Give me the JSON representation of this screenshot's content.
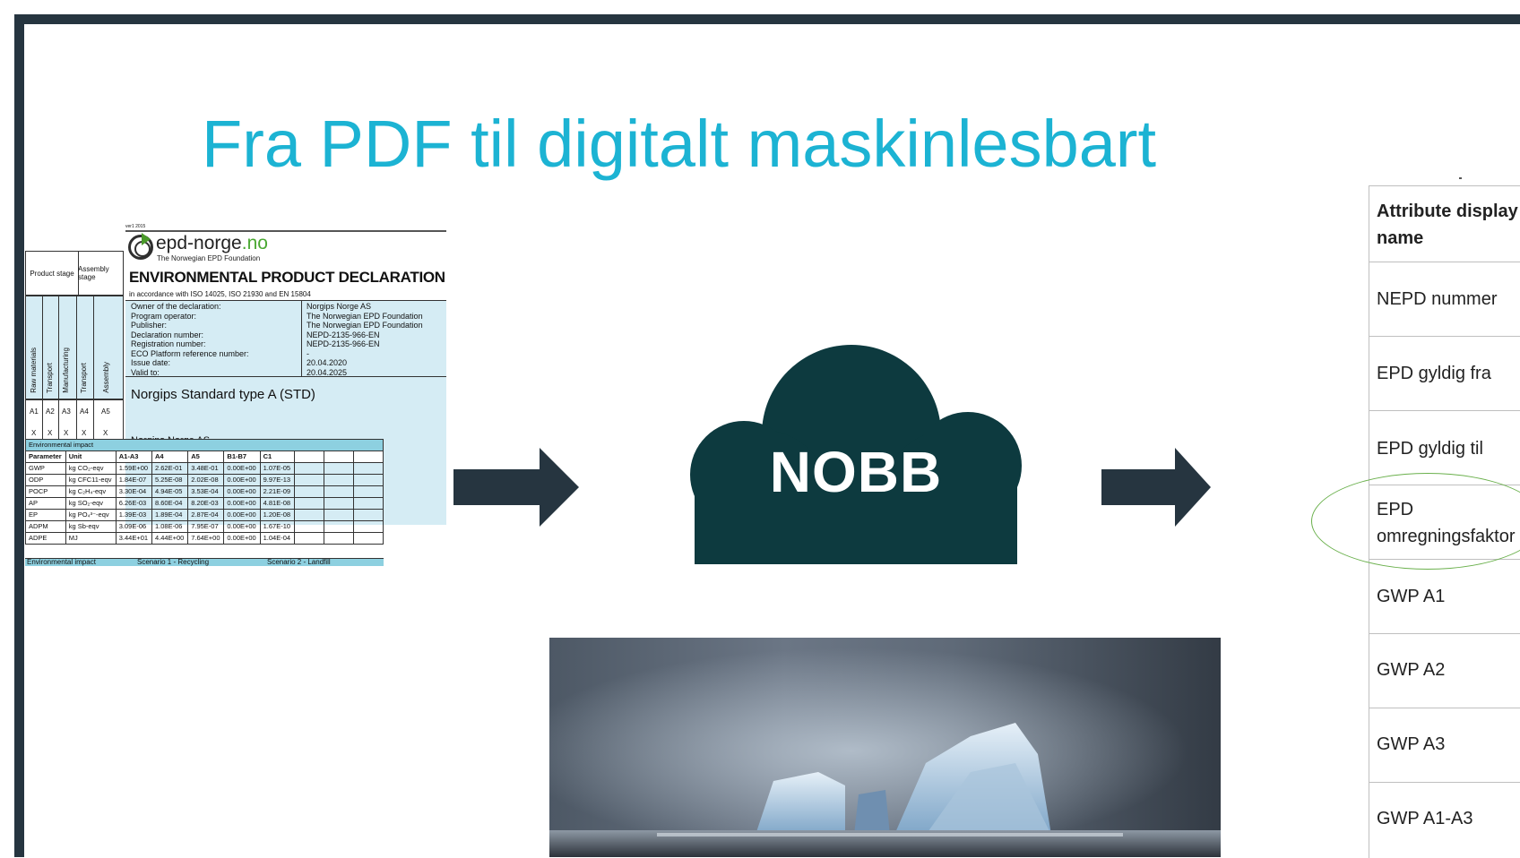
{
  "slide": {
    "title": "Fra PDF til digitalt maskinlesbart",
    "frame_color": "#263540",
    "title_color": "#1cb3d3"
  },
  "epd_document": {
    "corner_note": "ver1 2015",
    "stage_headers": [
      "Product stage",
      "Assembly stage"
    ],
    "stage_columns": [
      "Raw materials",
      "Transport",
      "Manufacturing",
      "Transport",
      "Assembly"
    ],
    "stage_codes": [
      "A1",
      "A2",
      "A3",
      "A4",
      "A5"
    ],
    "stage_marks": [
      "X",
      "X",
      "X",
      "X",
      "X"
    ],
    "logo_main": "epd-norge",
    "logo_tld": ".no",
    "logo_sub": "The Norwegian EPD Foundation",
    "heading": "ENVIRONMENTAL PRODUCT DECLARATION",
    "accordance": "in accordance with ISO 14025, ISO 21930 and EN 15804",
    "fields": [
      {
        "label": "Owner of the declaration:",
        "value": "Norgips Norge AS"
      },
      {
        "label": "Program operator:",
        "value": "The Norwegian EPD Foundation"
      },
      {
        "label": "Publisher:",
        "value": "The Norwegian EPD Foundation"
      },
      {
        "label": "Declaration number:",
        "value": "NEPD-2135-966-EN"
      },
      {
        "label": "Registration number:",
        "value": "NEPD-2135-966-EN"
      },
      {
        "label": "ECO Platform reference number:",
        "value": "-"
      },
      {
        "label": "Issue date:",
        "value": "20.04.2020"
      },
      {
        "label": "Valid to:",
        "value": "20.04.2025"
      }
    ],
    "product_name": "Norgips Standard type A (STD)",
    "company": "Norgips Norge AS",
    "env_caption": "Environmental impact",
    "env_headers": [
      "Parameter",
      "Unit",
      "A1-A3",
      "A4",
      "A5",
      "B1-B7",
      "C1"
    ],
    "env_rows": [
      [
        "GWP",
        "kg CO₂-eqv",
        "1.59E+00",
        "2.62E-01",
        "3.48E-01",
        "0.00E+00",
        "1.07E-05"
      ],
      [
        "ODP",
        "kg CFC11-eqv",
        "1.84E-07",
        "5.25E-08",
        "2.02E-08",
        "0.00E+00",
        "9.97E-13"
      ],
      [
        "POCP",
        "kg C₂H₄-eqv",
        "3.30E-04",
        "4.94E-05",
        "3.53E-04",
        "0.00E+00",
        "2.21E-09"
      ],
      [
        "AP",
        "kg SO₂-eqv",
        "6.26E-03",
        "8.60E-04",
        "8.20E-03",
        "0.00E+00",
        "4.81E-08"
      ],
      [
        "EP",
        "kg PO₄³⁻-eqv",
        "1.39E-03",
        "1.89E-04",
        "2.87E-04",
        "0.00E+00",
        "1.20E-08"
      ],
      [
        "ADPM",
        "kg Sb-eqv",
        "3.09E-06",
        "1.08E-06",
        "7.95E-07",
        "0.00E+00",
        "1.67E-10"
      ],
      [
        "ADPE",
        "MJ",
        "3.44E+01",
        "4.44E+00",
        "7.64E+00",
        "0.00E+00",
        "1.04E-04"
      ]
    ],
    "scenario_caption": "Environmental impact",
    "scenario_1": "Scenario 1 - Recycling",
    "scenario_2": "Scenario 2 - Landfill"
  },
  "cloud": {
    "label": "NOBB",
    "color": "#0d3a3f"
  },
  "arrow_color": "#263540",
  "attribute_table": {
    "header": [
      "Attribute display",
      "name"
    ],
    "rows": [
      [
        "NEPD nummer"
      ],
      [
        "EPD gyldig fra"
      ],
      [
        "EPD gyldig til"
      ],
      [
        "EPD",
        "omregningsfaktor"
      ],
      [
        "GWP A1"
      ],
      [
        "GWP A2"
      ],
      [
        "GWP A3"
      ],
      [
        "GWP A1-A3"
      ]
    ],
    "highlight_color": "#6ab04c"
  }
}
